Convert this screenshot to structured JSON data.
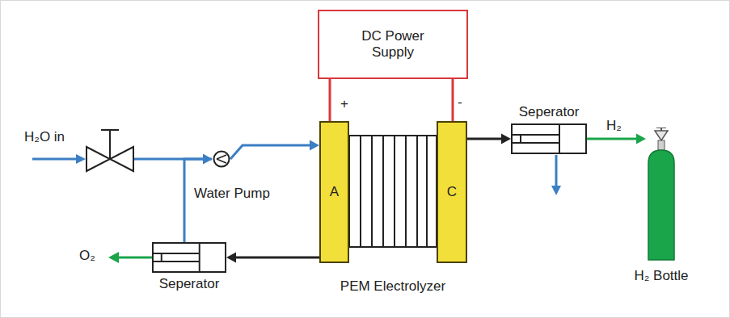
{
  "diagram": {
    "nodes": [
      {
        "text": [
          "DC Power Supply"
        ]
      },
      {
        "text": [
          "Water Pump"
        ]
      },
      {
        "text": [
          "A"
        ]
      },
      {
        "text": [
          "C"
        ]
      },
      {
        "text": [
          "Seperator"
        ]
      },
      {
        "text": [
          "H₂ Bottle"
        ]
      },
      {
        "text": [
          "Seperator"
        ]
      }
    ],
    "edges": [
      {
        "from": 0,
        "to": 2,
        "arrow": "none"
      },
      {
        "from": 0,
        "to": 3,
        "arrow": "none"
      },
      {
        "from": 1,
        "to": 2,
        "arrow": "to"
      },
      {
        "from": 2,
        "to": 6,
        "arrow": "to"
      },
      {
        "from": 6,
        "to": 1,
        "arrow": "to"
      },
      {
        "from": 3,
        "to": 4,
        "arrow": "to"
      },
      {
        "from": 4,
        "to": 5,
        "label": "H₂",
        "arrow": "to"
      }
    ],
    "labels": [
      "H₂O in",
      "+",
      "-",
      "PEM Electrolyzer",
      "O₂"
    ]
  }
}
